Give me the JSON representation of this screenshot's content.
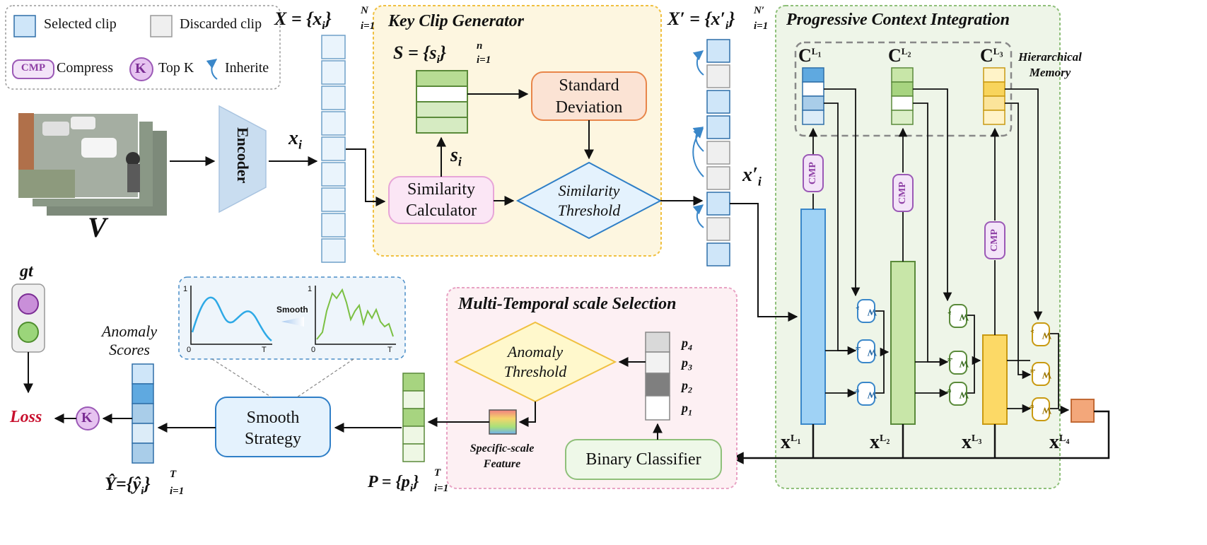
{
  "legend": {
    "selected_clip": "Selected clip",
    "discarded_clip": "Discarded clip",
    "cmp_badge": "CMP",
    "compress": "Compress",
    "k_badge": "K",
    "top_k": "Top K",
    "inherite": "Inherite"
  },
  "input": {
    "video_label": "V",
    "encoder": "Encoder",
    "xi": "x",
    "xi_sub": "i",
    "X_set": "X = {x",
    "X_set_sub": "i",
    "X_set_close": "}",
    "X_set_sup": "N",
    "X_set_range": "i=1"
  },
  "key_clip": {
    "title": "Key Clip Generator",
    "S_set": "S = {s",
    "S_set_sub": "i",
    "S_set_close": "}",
    "S_set_sup": "n",
    "S_set_range": "i=1",
    "si": "s",
    "si_sub": "i",
    "std_dev_line1": "Standard",
    "std_dev_line2": "Deviation",
    "sim_calc_line1": "Similarity",
    "sim_calc_line2": "Calculator",
    "sim_thresh_line1": "Similarity",
    "sim_thresh_line2": "Threshold"
  },
  "selected": {
    "Xp_set": "X′ = {x′",
    "Xp_sub": "i",
    "Xp_close": "}",
    "Xp_sup": "N′",
    "Xp_range": "i=1",
    "xpi": "x′",
    "xpi_sub": "i"
  },
  "pci": {
    "title": "Progressive Context Integration",
    "hier_line1": "Hierarchical",
    "hier_line2": "Memory",
    "C": "C",
    "L1": "L",
    "L1n": "1",
    "L2n": "2",
    "L3n": "3",
    "L4n": "4",
    "x": "x",
    "cmp": "CMP",
    "wv": "W",
    "wv_sub": "v",
    "wk": "W",
    "wk_sub": "k",
    "wq": "W",
    "wq_sub": "q"
  },
  "mts": {
    "title": "Multi-Temporal scale Selection",
    "anomaly_thresh_line1": "Anomaly",
    "anomaly_thresh_line2": "Threshold",
    "binary_classifier": "Binary Classifier",
    "specific_line1": "Specific-scale",
    "specific_line2": "Feature",
    "p4": "p",
    "p4n": "4",
    "p3n": "3",
    "p2n": "2",
    "p1n": "1",
    "P_set": "P = {p",
    "P_sub": "i",
    "P_close": "}",
    "P_sup": "T",
    "P_range": "i=1"
  },
  "output": {
    "smooth_line1": "Smooth",
    "smooth_line2": "Strategy",
    "smooth_label": "Smooth",
    "plot_one": "1",
    "plot_zero": "0",
    "plot_T": "T",
    "anomaly_line1": "Anomaly",
    "anomaly_line2": "Scores",
    "Y_set": "Ŷ={ŷ",
    "Y_sub": "i",
    "Y_close": "}",
    "Y_sup": "T",
    "Y_range": "i=1",
    "gt": "gt",
    "loss": "Loss",
    "k_badge": "K"
  },
  "colors": {
    "selected_fill": "#cfe6f9",
    "selected_stroke": "#2f6fa8",
    "discarded_fill": "#efefef",
    "yellow_panel": "#fdf6e0",
    "yellow_border": "#f0c040",
    "green_panel": "#eef5e8",
    "green_border": "#8fc07a",
    "pink_panel": "#fdf0f3",
    "pink_border": "#e8a3c4",
    "blue_bar": "#9fd2f5",
    "green_bar": "#c8e6a8",
    "yellow_bar": "#fcd966",
    "orange_box": "#f3a77a",
    "purple": "#9b59b6",
    "loss_red": "#c8102e"
  }
}
